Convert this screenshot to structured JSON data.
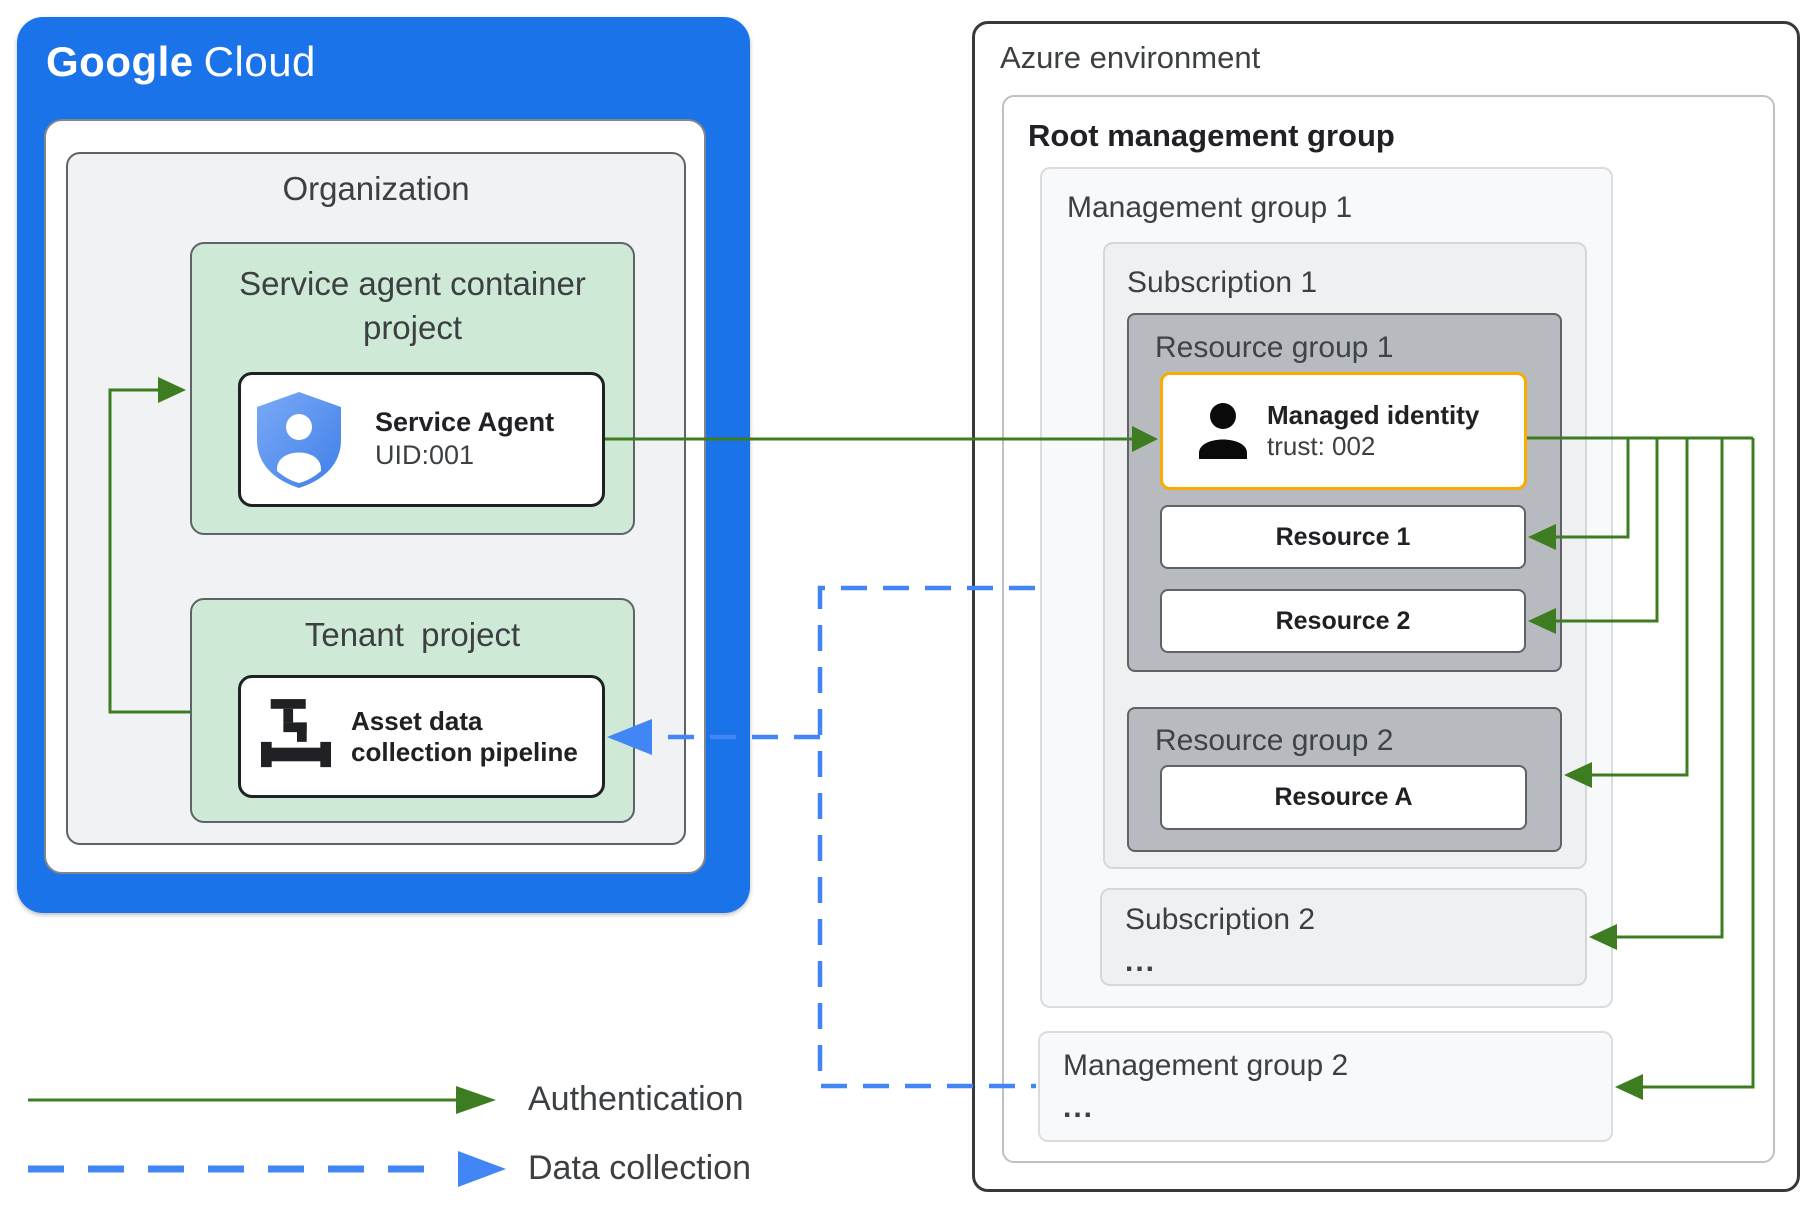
{
  "google_cloud": {
    "logo": {
      "part1": "Google",
      "part2": "Cloud"
    },
    "organization": {
      "title": "Organization",
      "service_agent_container_project": {
        "title": "Service agent container project",
        "service_agent": {
          "name": "Service Agent",
          "uid": "UID:001",
          "icon": "shield-person-icon"
        }
      },
      "tenant_project": {
        "title": "Tenant project",
        "asset_pipeline": {
          "line1": "Asset data",
          "line2": "collection pipeline",
          "icon": "pipeline-valve-icon"
        }
      }
    }
  },
  "azure": {
    "title": "Azure environment",
    "root_management_group": {
      "title": "Root management group",
      "management_group_1": {
        "title": "Management group 1",
        "subscription_1": {
          "title": "Subscription 1",
          "resource_group_1": {
            "title": "Resource group 1",
            "managed_identity": {
              "name": "Managed identity",
              "trust": "trust: 002",
              "icon": "person-icon"
            },
            "resource_1": "Resource 1",
            "resource_2": "Resource 2"
          },
          "resource_group_2": {
            "title": "Resource group 2",
            "resource_a": "Resource A"
          }
        },
        "subscription_2": {
          "title": "Subscription 2",
          "ellipsis": "..."
        }
      },
      "management_group_2": {
        "title": "Management group 2",
        "ellipsis": "..."
      }
    }
  },
  "legend": {
    "authentication": "Authentication",
    "data_collection": "Data collection"
  },
  "colors": {
    "google_blue": "#1a73e8",
    "container_green": "#ceead6",
    "resource_group_gray": "#b7bbbf",
    "managed_identity_border_yellow": "#f9ab00",
    "authentication_green": "#3d7c20",
    "data_collection_blue": "#4285f4",
    "text_dark": "#3c4043"
  }
}
